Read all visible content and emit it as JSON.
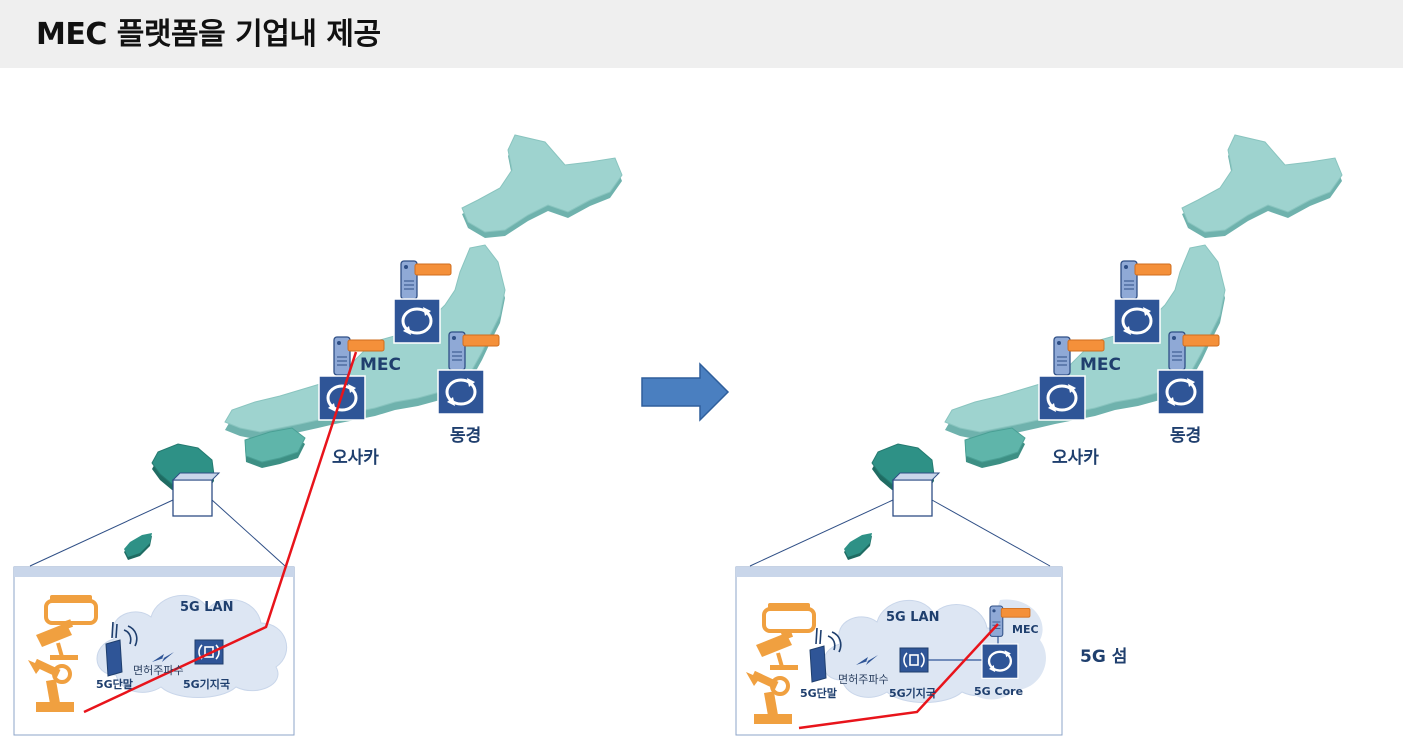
{
  "header": {
    "title": "MEC 플랫폼을 기업내 제공"
  },
  "left_panel": {
    "mec_label": "MEC",
    "osaka_label": "오사카",
    "tokyo_label": "동경",
    "lan_label": "5G LAN",
    "terminal_label": "5G단말",
    "freq_label": "면허주파수",
    "base_station_label": "5G기지국"
  },
  "right_panel": {
    "mec_label": "MEC",
    "osaka_label": "오사카",
    "tokyo_label": "동경",
    "lan_label": "5G LAN",
    "terminal_label": "5G단말",
    "freq_label": "면허주파수",
    "base_station_label": "5G기지국",
    "local_mec_label": "MEC",
    "core_label": "5G Core",
    "island_label": "5G 섬"
  },
  "colors": {
    "map_fill": "#9ed3cf",
    "map_side": "#6fb2ad",
    "kyushu_fill": "#2e9186",
    "router_box": "#2f5597",
    "server_orange": "#f4903a",
    "device_orange": "#f0a040",
    "link_red": "#e8141b",
    "arrow_blue": "#4a7fc0",
    "cloud_fill": "#dde6f3",
    "label_navy": "#1f3f6e"
  }
}
